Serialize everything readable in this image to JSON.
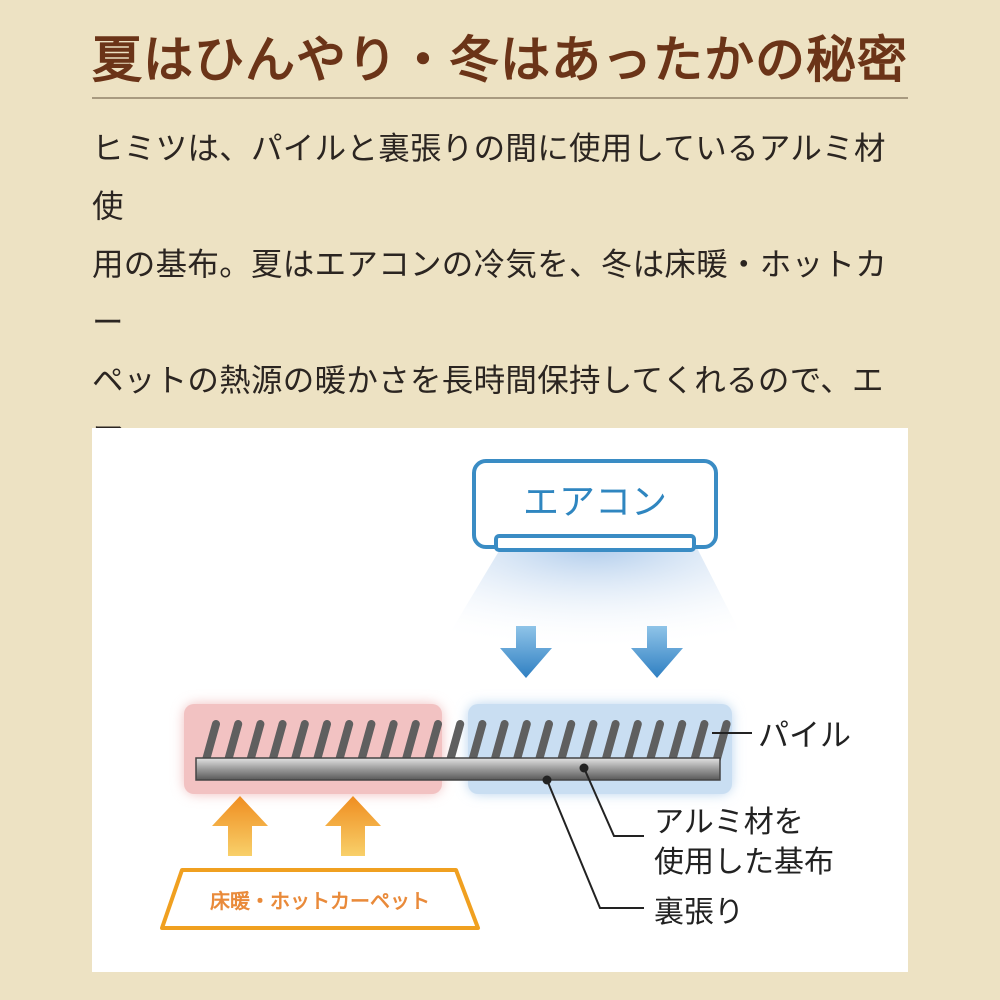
{
  "title": "夏はひんやり・冬はあったかの秘密",
  "body": "ヒミツは、パイルと裏張りの間に使用しているアルミ材使\n用の基布。夏はエアコンの冷気を、冬は床暖・ホットカー\nペットの熱源の暖かさを長時間保持してくれるので、エア\nコンや床暖の設定を低く抑えても夏はひんやり、冬はあっ\nたかです。",
  "diagram": {
    "aircon_label": "エアコン",
    "heater_label": "床暖・ホットカーペット",
    "label_pile": "パイル",
    "label_base_line1": "アルミ材を",
    "label_base_line2": "使用した基布",
    "label_backing": "裏張り",
    "colors": {
      "title": "#6b3418",
      "aircon_blue": "#2f86c0",
      "heat_orange": "#f0a020",
      "warm_glow": "#f2c2c2",
      "cool_glow": "#c9def2"
    }
  }
}
